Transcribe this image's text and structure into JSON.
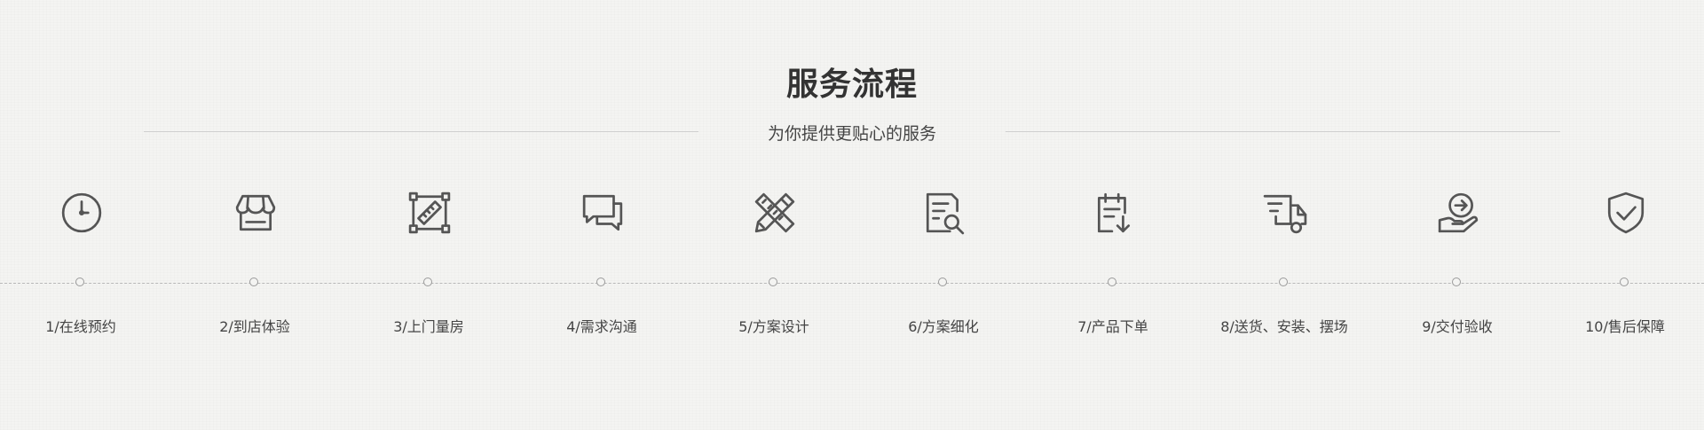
{
  "header": {
    "title": "服务流程",
    "subtitle": "为你提供更贴心的服务"
  },
  "steps": [
    {
      "label": "1/在线预约",
      "icon": "clock-icon"
    },
    {
      "label": "2/到店体验",
      "icon": "store-icon"
    },
    {
      "label": "3/上门量房",
      "icon": "ruler-measure-icon"
    },
    {
      "label": "4/需求沟通",
      "icon": "chat-bubbles-icon"
    },
    {
      "label": "5/方案设计",
      "icon": "pencil-ruler-icon"
    },
    {
      "label": "6/方案细化",
      "icon": "document-search-icon"
    },
    {
      "label": "7/产品下单",
      "icon": "clipboard-download-icon"
    },
    {
      "label": "8/送货、安装、摆场",
      "icon": "delivery-truck-icon"
    },
    {
      "label": "9/交付验收",
      "icon": "hand-arrow-icon"
    },
    {
      "label": "10/售后保障",
      "icon": "shield-check-icon"
    }
  ],
  "colors": {
    "background": "#f4f4f2",
    "icon": "#555555",
    "text": "#333333"
  }
}
